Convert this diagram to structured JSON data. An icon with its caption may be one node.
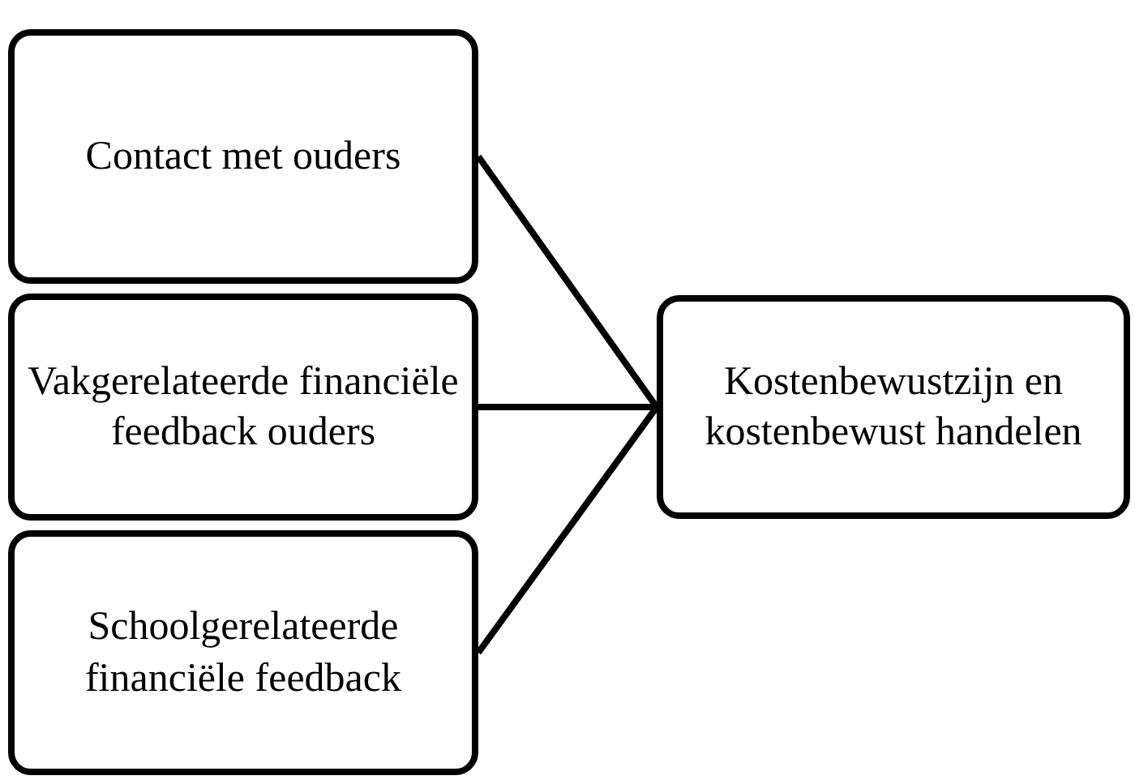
{
  "diagram": {
    "nodes": [
      {
        "text": [
          "Contact met ouders"
        ]
      },
      {
        "text": [
          "Vakgerelateerde financiële feedback ouders"
        ]
      },
      {
        "text": [
          "Schoolgerelateerde financiële feedback"
        ]
      },
      {
        "text": [
          "Kostenbewustzijn en kostenbewust handelen"
        ]
      }
    ],
    "edges": [
      {
        "from": 0,
        "to": 3,
        "arrow": "none"
      },
      {
        "from": 1,
        "to": 3,
        "arrow": "none"
      },
      {
        "from": 2,
        "to": 3,
        "arrow": "none"
      }
    ]
  }
}
